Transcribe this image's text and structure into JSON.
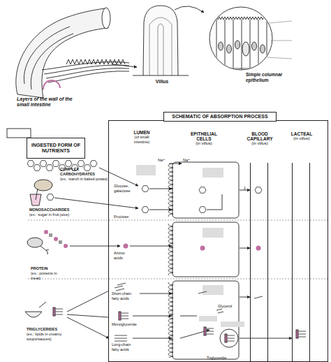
{
  "diagram": {
    "nodes": [
      {
        "text": [
          "SCHEMATIC OF ABSORPTION PROCESS"
        ]
      },
      {
        "text": [
          "INGESTED FORM OF NUTRIENTS"
        ]
      },
      {
        "text": [
          "EPITHELIAL CELLS",
          "(in villus)"
        ],
        "in": 0
      },
      {
        "text": [
          "BLOOD CAPILLARY",
          "(in villus)"
        ],
        "in": 0
      },
      {
        "text": [
          "LACTEAL",
          "(in villus)"
        ],
        "in": 0
      }
    ],
    "edges": [
      {
        "from": 2,
        "to": 3,
        "arrow": "to"
      },
      {
        "from": 2,
        "to": 3,
        "arrow": "to"
      },
      {
        "from": 2,
        "to": 3,
        "arrow": "to"
      },
      {
        "from": 2,
        "to": 4,
        "arrow": "to"
      }
    ],
    "labels": [
      "Villus",
      "Simple columnar epithelium",
      "Layers of the wall of the small intestine",
      "LUMEN",
      "(of small intestine)",
      "Na⁺",
      "Na⁺",
      "COMPLEX CARBOHYDRATES",
      "(ex.: starch in baked potato)",
      "MONOSACCHARIDES",
      "(ex.: sugar in fruit juice)",
      "PROTEIN",
      "(ex.: proteins in meat)",
      "Glucose, galactose",
      "Fructose",
      "Amino acids",
      "1",
      "TRIGLYCERIDES",
      "(ex.: lipids in creamy soups/sauces)",
      "Short-chain fatty acids",
      "Monoglyceride",
      "Long-chain fatty acids",
      "Glycerol",
      "Triglyceride"
    ]
  }
}
